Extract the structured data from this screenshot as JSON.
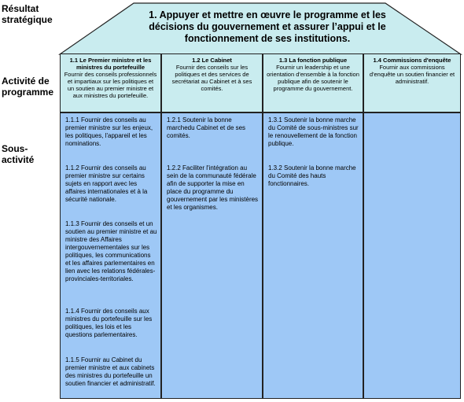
{
  "labels": {
    "result": "Résultat stratégique",
    "activity": "Activité de programme",
    "sub_activity": "Sous-activité"
  },
  "roof": {
    "text": "1. Appuyer et mettre en œuvre le programme et les décisions du gouvernement et assurer l’appui et le fonctionnement de ses institutions."
  },
  "columns": [
    {
      "title": "1.1 Le Premier ministre et les ministres du portefeuille",
      "description": "Fournir des conseils professionnels et impartiaux sur les politiques et un soutien au premier ministre et aux ministres du portefeuille.",
      "items": [
        "1.1.1 Fournir des conseils au premier ministre sur les enjeux, les politiques, l'appareil et les nominations.",
        "1.1.2 Fournir des conseils au premier ministre sur certains sujets en rapport avec les affaires internationales et à la sécurité nationale.",
        "1.1.3 Fournir des conseils et un soutien au premier ministre et au ministre des Affaires intergouvernementales sur les politiques, les communications et les affaires parlementaires en lien avec les relations fédérales-provinciales-territoriales.",
        "1.1.4 Fournir des conseils aux ministres du portefeuille sur les politiques, les lois et les questions parlementaires.",
        "1.1.5 Fournir au Cabinet du premier ministre et aux cabinets des ministres du portefeuille un soutien financier et administratif."
      ]
    },
    {
      "title": "1.2 Le Cabinet",
      "description": "Fournir des conseils sur les politiques et des services de secrétariat au Cabinet et à ses comités.",
      "items": [
        "1.2.1 Soutenir la bonne marchedu Cabinet et de ses comités.",
        "1.2.2 Faciliter l'intégration au sein de la communauté fédérale afin de supporter la mise en place du programme du gouvernement par les ministères et les organismes."
      ]
    },
    {
      "title": "1.3 La fonction publique",
      "description": "Fournir un leadership et une orientation d'ensemble à la fonction publique afin de soutenir le programme du gouvernement.",
      "items": [
        "1.3.1 Soutenir la bonne marche du Comité de sous-ministres sur le renouvellement de la fonction publique.",
        "1.3.2 Soutenir la bonne marche du Comité des hauts fonctionnaires."
      ]
    },
    {
      "title": "1.4 Commissions d'enquête",
      "description": "Fournir aux commissions d'enquête un soutien financier et administratif.",
      "items": []
    }
  ],
  "colors": {
    "roof": "#c9ecef",
    "header": "#c9ecef",
    "body": "#9ec8f6",
    "border": "#222222"
  }
}
